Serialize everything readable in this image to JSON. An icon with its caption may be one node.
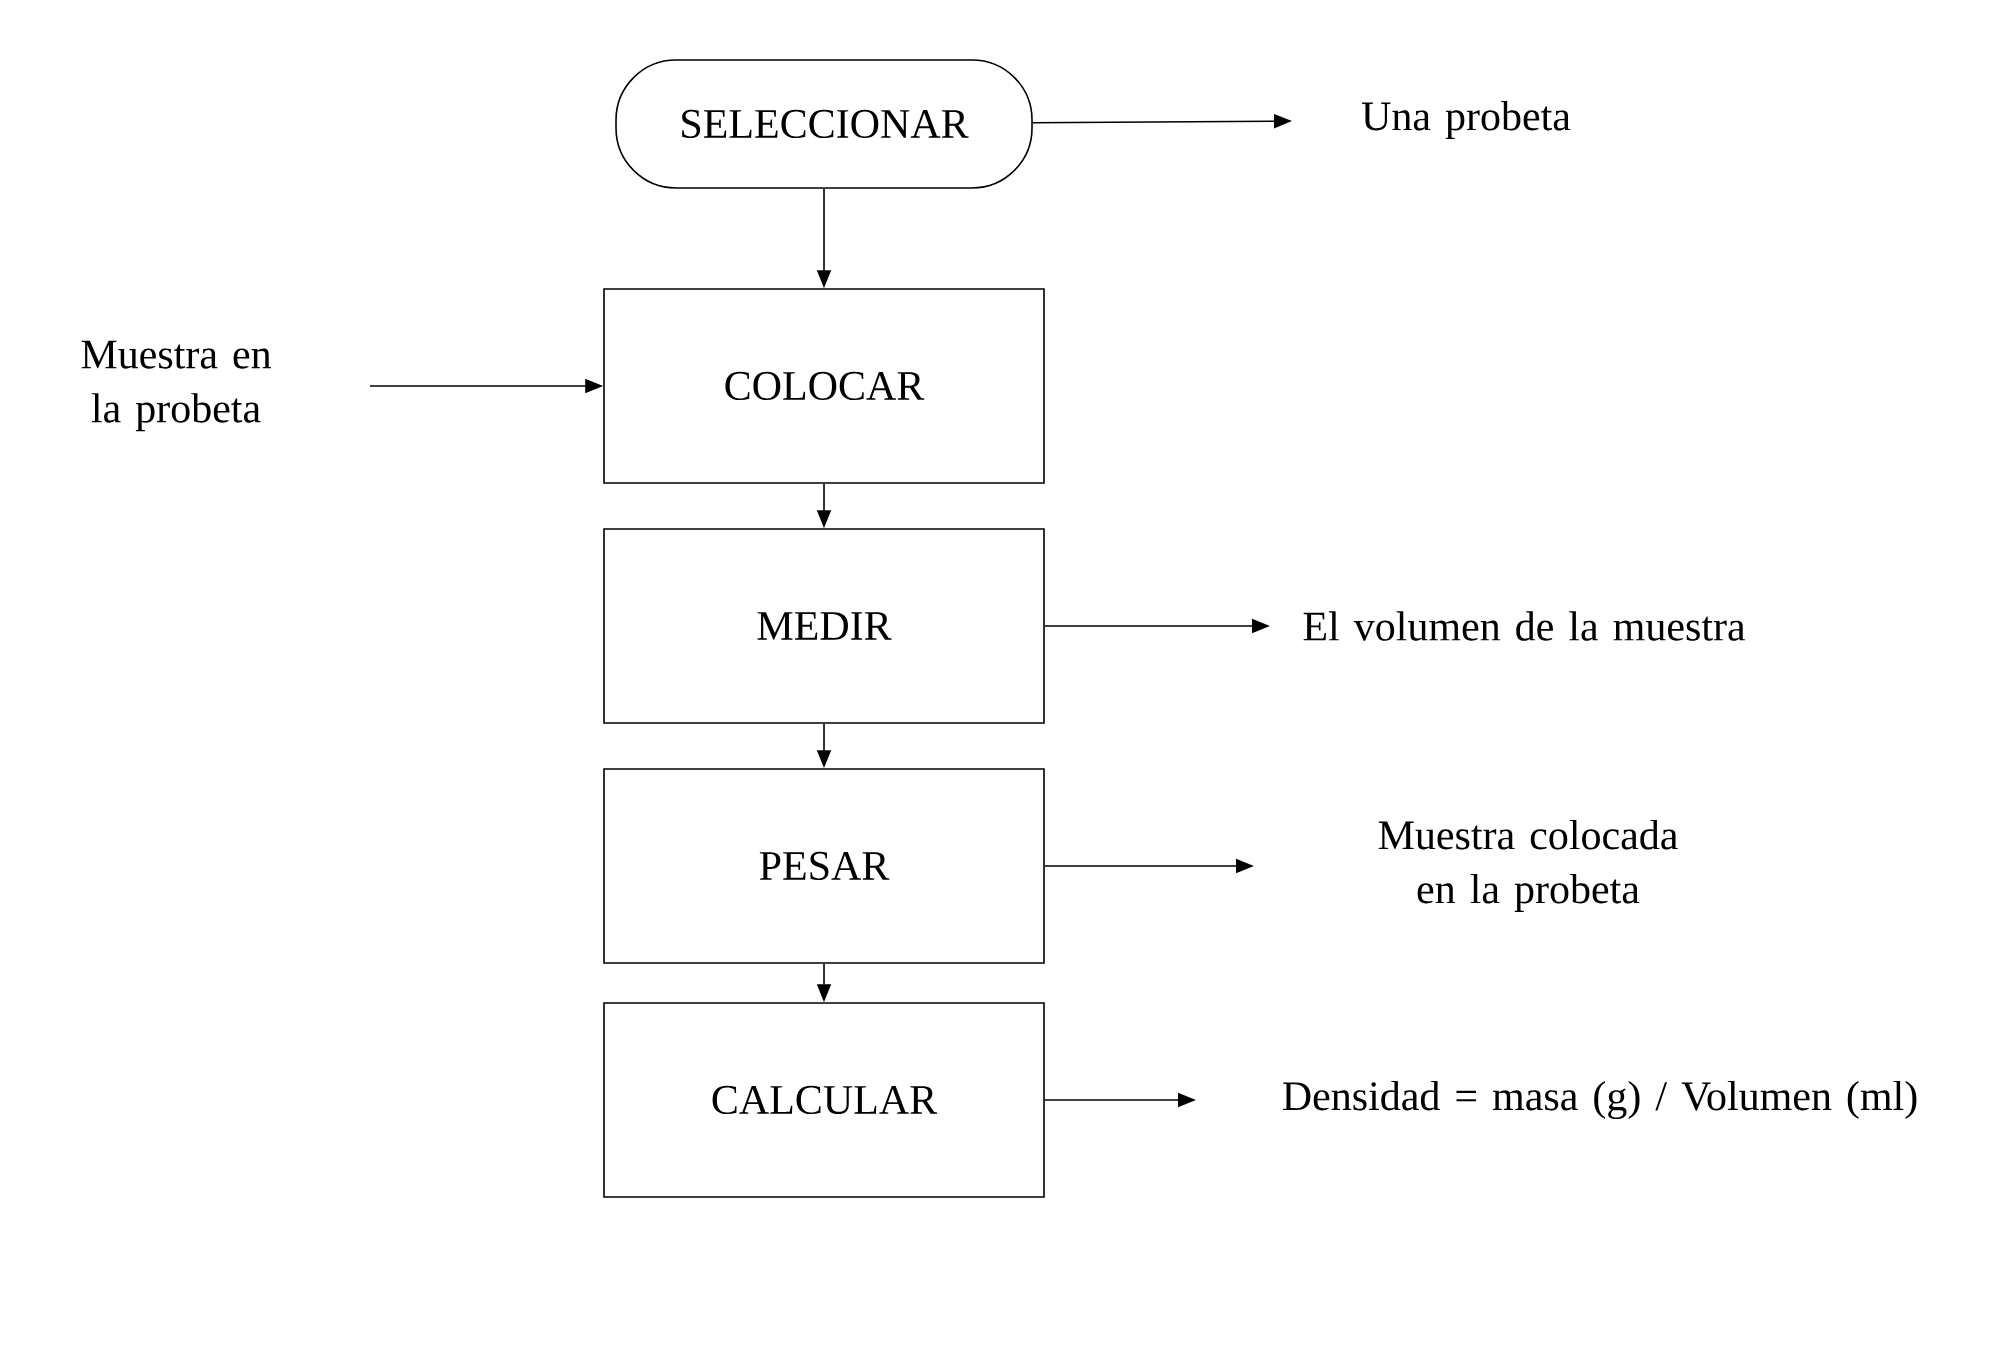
{
  "diagram": {
    "nodes": [
      {
        "text": [
          "SELECCIONAR"
        ]
      },
      {
        "text": [
          "Una probeta"
        ]
      },
      {
        "text": [
          "COLOCAR"
        ]
      },
      {
        "text": [
          "Muestra en la probeta"
        ]
      },
      {
        "text": [
          "MEDIR"
        ]
      },
      {
        "text": [
          "El volumen de la muestra"
        ]
      },
      {
        "text": [
          "PESAR"
        ]
      },
      {
        "text": [
          "Muestra colocada en la probeta"
        ]
      },
      {
        "text": [
          "CALCULAR"
        ]
      },
      {
        "text": [
          "Densidad = masa (g) / Volumen (ml)"
        ]
      }
    ],
    "edges": [
      {
        "from": 0,
        "to": 1,
        "arrow": "to"
      },
      {
        "from": 0,
        "to": 2,
        "arrow": "to"
      },
      {
        "from": 3,
        "to": 2,
        "arrow": "to"
      },
      {
        "from": 2,
        "to": 4,
        "arrow": "to"
      },
      {
        "from": 4,
        "to": 5,
        "arrow": "to"
      },
      {
        "from": 4,
        "to": 6,
        "arrow": "to"
      },
      {
        "from": 6,
        "to": 7,
        "arrow": "to"
      },
      {
        "from": 6,
        "to": 8,
        "arrow": "to"
      },
      {
        "from": 8,
        "to": 9,
        "arrow": "to"
      }
    ]
  }
}
